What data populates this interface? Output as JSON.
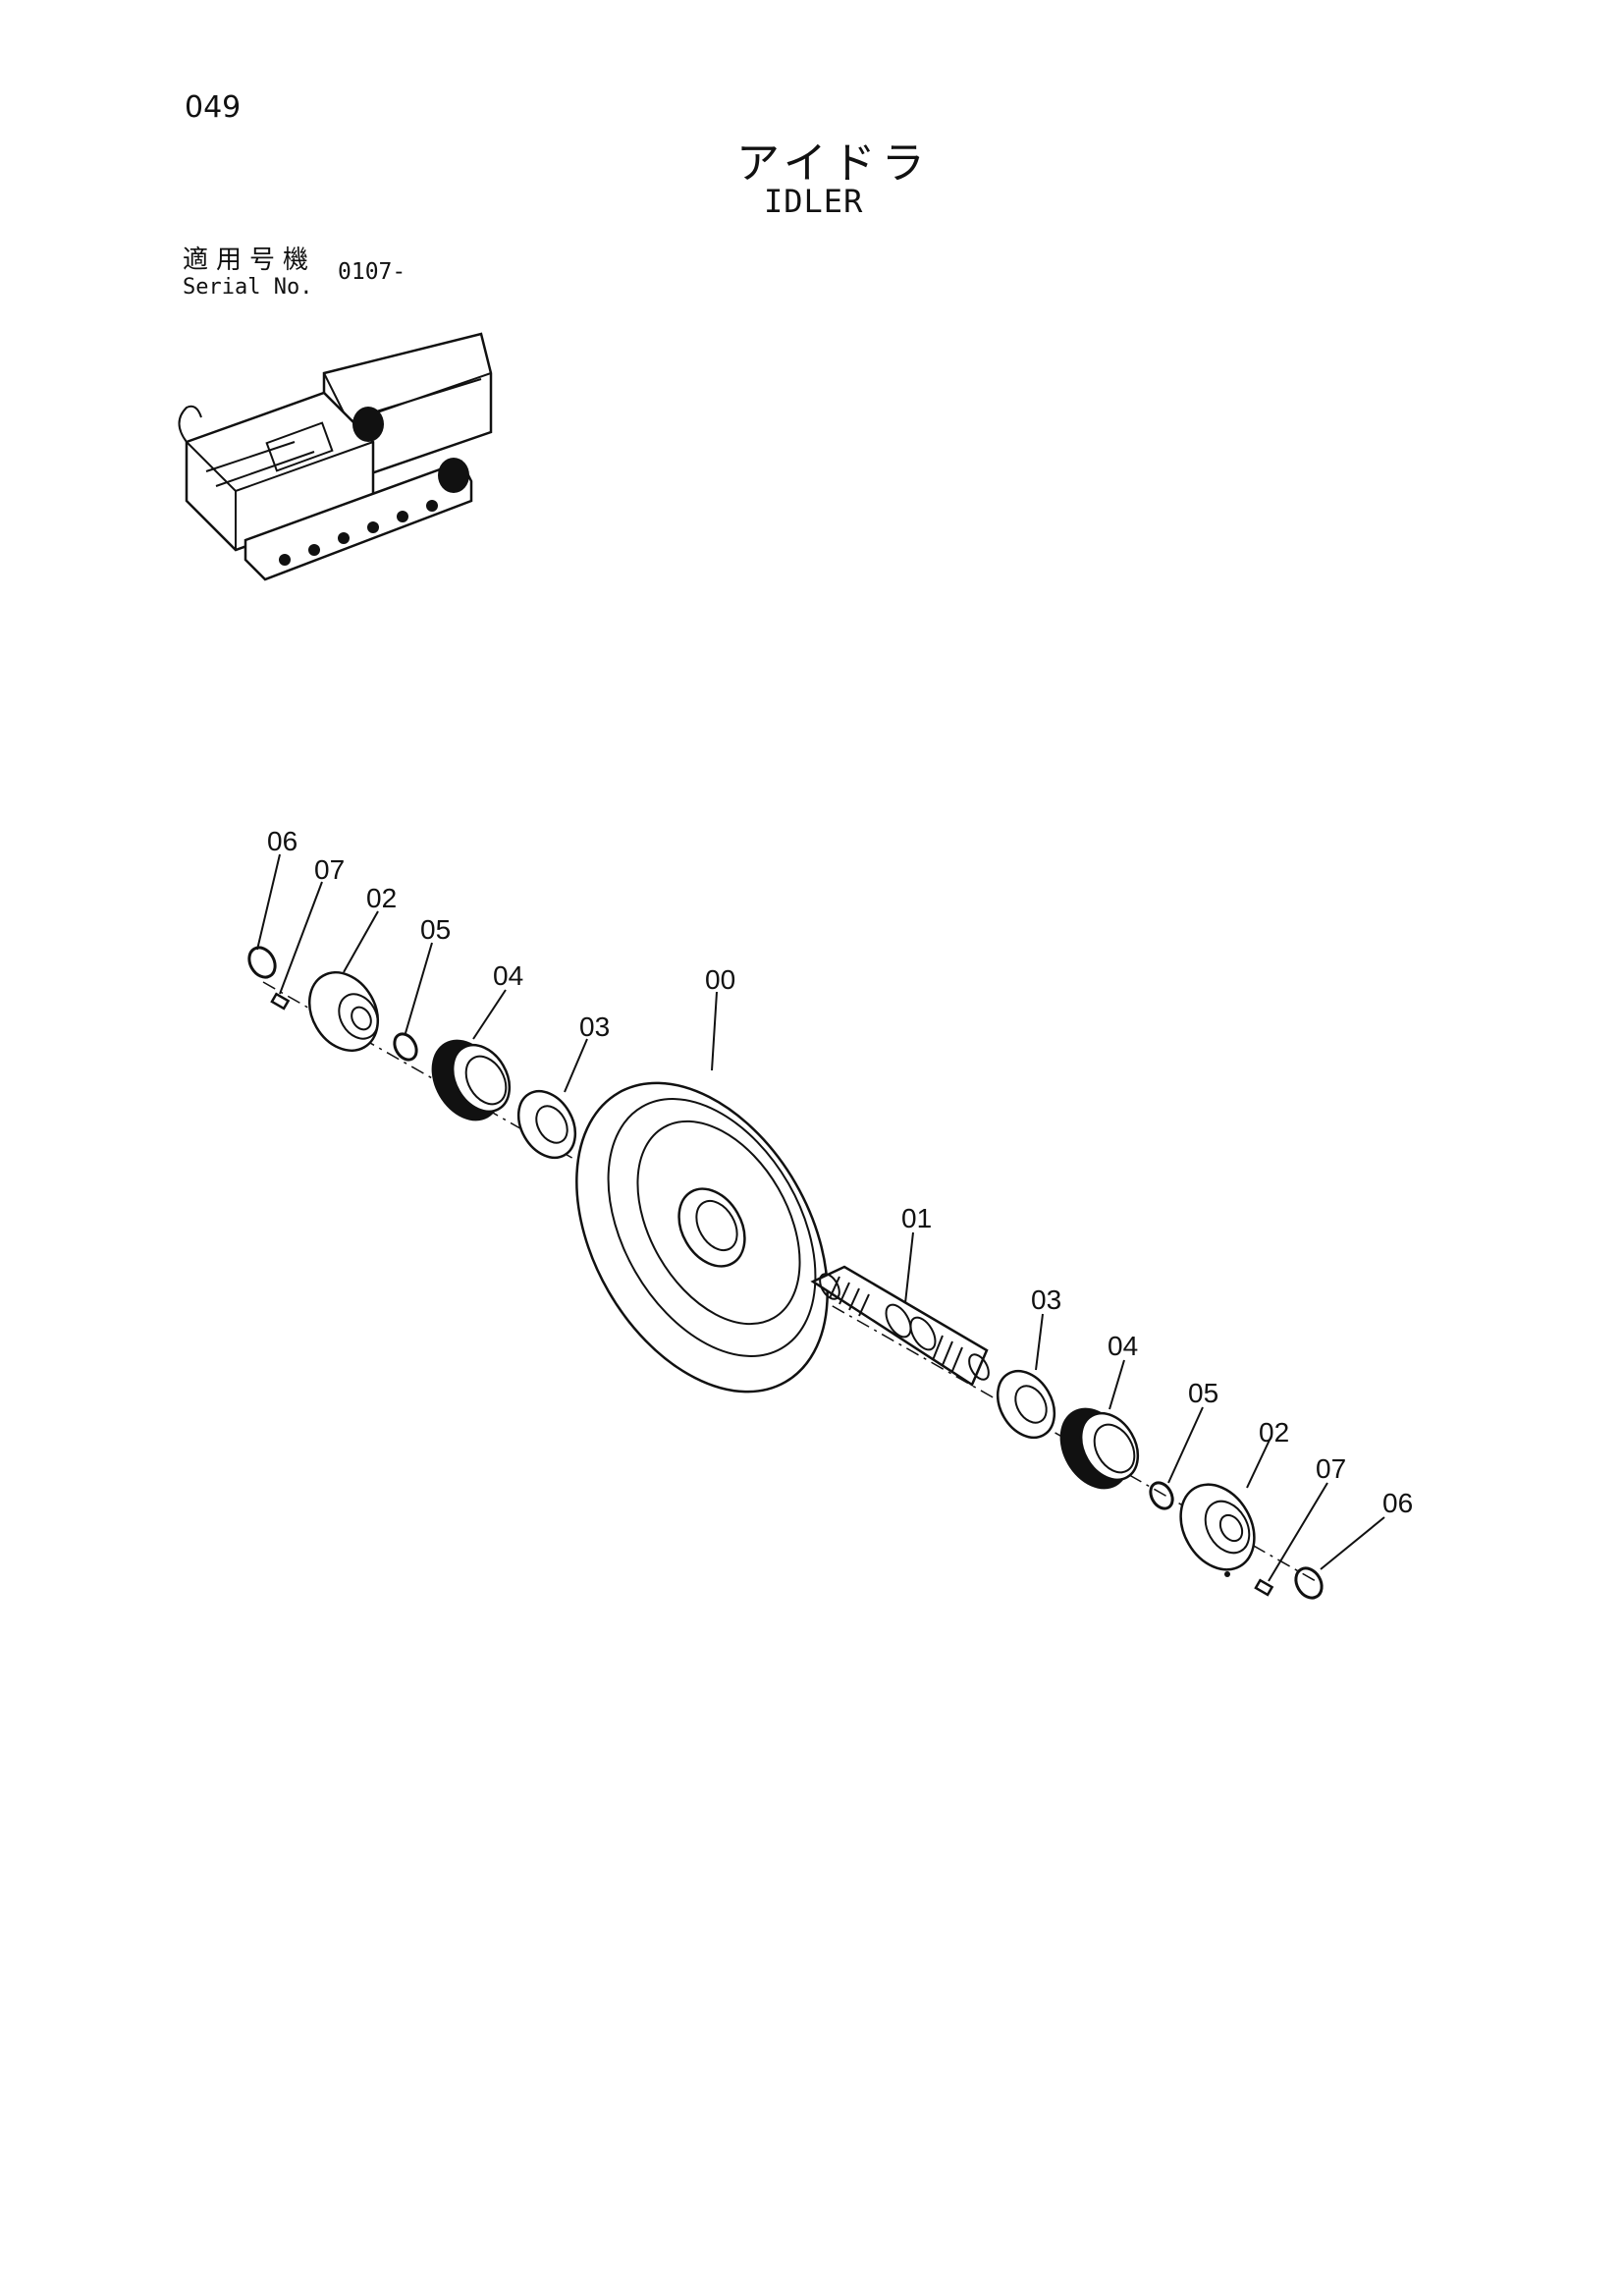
{
  "page_number": "049",
  "title_jp": "アイドラ",
  "title_en": "IDLER",
  "serial": {
    "label_jp": "適用号機",
    "label_en": "Serial No.",
    "value": "0107-"
  },
  "part_labels": {
    "left_06": "06",
    "left_07": "07",
    "left_02": "02",
    "left_05": "05",
    "left_04": "04",
    "left_03": "03",
    "center_00": "00",
    "shaft_01": "01",
    "right_03": "03",
    "right_04": "04",
    "right_05": "05",
    "right_02": "02",
    "right_07": "07",
    "right_06": "06"
  }
}
